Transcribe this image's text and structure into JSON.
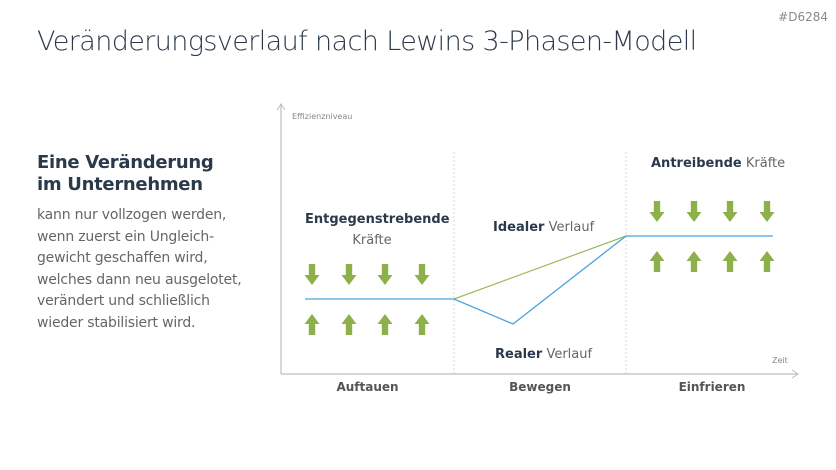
{
  "slide_code": "#D6284",
  "title": "Veränderungsverlauf nach Lewins 3-Phasen-Modell",
  "intro": {
    "heading_lines": [
      "Eine Veränderung",
      "im Unternehmen"
    ],
    "body_lines": [
      "kann nur vollzogen werden,",
      "wenn zuerst ein Ungleich-",
      "gewicht geschaffen wird,",
      "welches dann neu ausgelotet,",
      "verändert und schließlich",
      "wieder stabilisiert wird."
    ]
  },
  "diagram": {
    "y_axis_label": "Effizienzniveau",
    "x_axis_label": "Zeit",
    "phases": [
      "Auftauen",
      "Bewegen",
      "Einfrieren"
    ],
    "opposing_forces": {
      "bold": "Entgegenstrebende",
      "light": "Kräfte"
    },
    "driving_forces": {
      "bold": "Antreibende",
      "light": "Kräfte"
    },
    "ideal_path": {
      "bold": "Idealer",
      "light": "Verlauf",
      "color": "#9bbb59"
    },
    "real_path": {
      "bold": "Realer",
      "light": "Verlauf",
      "color": "#4aa3df"
    },
    "arrow_color": "#8db04a",
    "arrows_per_group": 4
  }
}
